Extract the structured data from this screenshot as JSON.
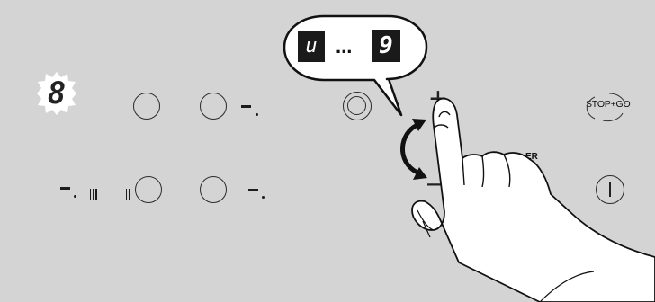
{
  "display": {
    "zone_digit": "8",
    "bubble_left": "u",
    "bubble_separator": "...",
    "bubble_right": "9"
  },
  "controls": {
    "plus_label": "+",
    "minus_label": "–",
    "stop_go_label": "STOP+GO",
    "timer_label_fragment": "ER"
  },
  "icons": {
    "rotate_arrows": "curved-double-arrow-icon",
    "power": "power-icon",
    "hand": "pointing-hand-icon"
  },
  "colors": {
    "panel": "#d4d4d4",
    "line": "#1c1c1c",
    "bubble_fill": "#ffffff",
    "digit_box": "#1a1a1a",
    "digit_text": "#ffffff"
  }
}
